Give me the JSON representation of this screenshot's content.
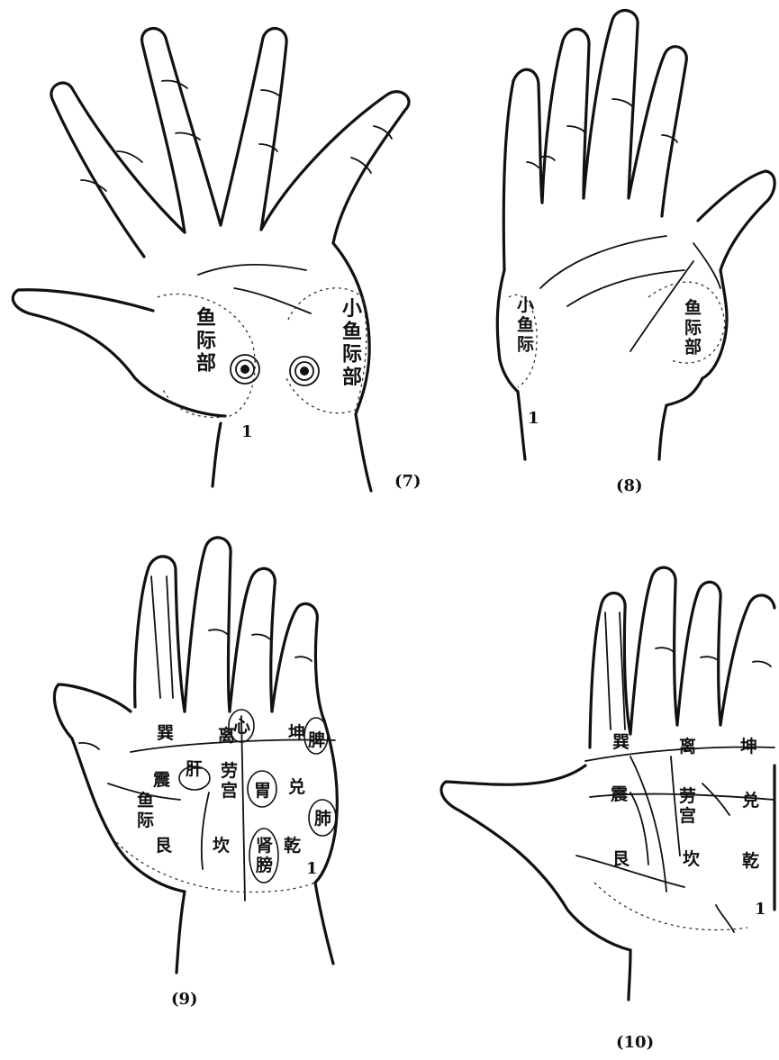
{
  "figures": [
    {
      "caption": "(7)",
      "labels": {
        "thenar": "鱼际部",
        "hypothenar": "小鱼际部",
        "marker": "1"
      }
    },
    {
      "caption": "(8)",
      "labels": {
        "hypothenar": "小鱼际",
        "thenar": "鱼际部",
        "marker": "1"
      }
    },
    {
      "caption": "(9)",
      "labels": {
        "xun": "巽",
        "li": "离",
        "xin": "心",
        "kun": "坤",
        "pi": "脾",
        "gan": "肝",
        "laogong": "劳宫",
        "wei": "胃",
        "dui": "兑",
        "zhen": "震",
        "yuji": "鱼际",
        "gen": "艮",
        "kan": "坎",
        "shenpang": "肾膀",
        "qian": "乾",
        "fei": "肺",
        "marker": "1"
      }
    },
    {
      "caption": "(10)",
      "labels": {
        "xun": "巽",
        "li": "离",
        "kun": "坤",
        "zhen": "震",
        "laogong": "劳宫",
        "dui": "兑",
        "gen": "艮",
        "kan": "坎",
        "qian": "乾",
        "marker": "1"
      }
    }
  ]
}
